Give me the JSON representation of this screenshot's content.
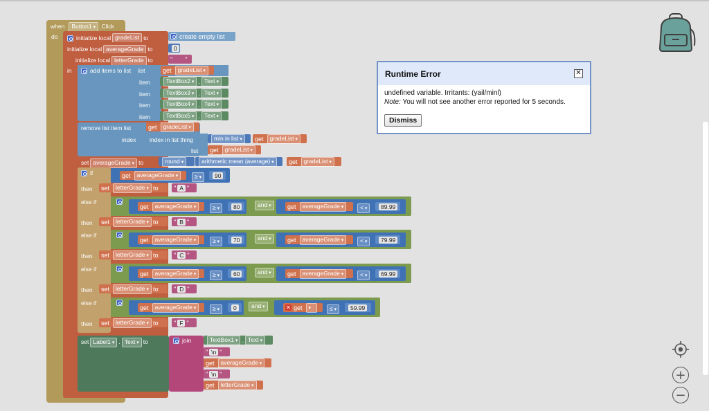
{
  "event": {
    "when": "when",
    "component": "Button1",
    "event": "Click",
    "do": "do"
  },
  "locals": {
    "init1": "initialize local",
    "var1": "gradeList",
    "to": "to",
    "create_empty": "create empty list",
    "init2": "initialize local",
    "var2": "averageGrade",
    "val2": "0",
    "init3": "initialize local",
    "var3": "letterGrade",
    "in": "in"
  },
  "add_items": {
    "label": "add items to list",
    "list": "list",
    "get": "get",
    "target": "gradeList",
    "item": "item",
    "items": [
      {
        "comp": "TextBox2",
        "prop": "Text"
      },
      {
        "comp": "TextBox3",
        "prop": "Text"
      },
      {
        "comp": "TextBox4",
        "prop": "Text"
      },
      {
        "comp": "TextBox5",
        "prop": "Text"
      }
    ]
  },
  "remove": {
    "label": "remove list item list",
    "get": "get",
    "target": "gradeList",
    "index": "index",
    "index_in": "index in list thing",
    "min": "min in list",
    "list": "list"
  },
  "set_avg": {
    "set": "set",
    "var": "averageGrade",
    "to": "to",
    "round": "round",
    "mean": "arithmetic mean (average)",
    "get": "get",
    "target": "gradeList"
  },
  "ifblock": {
    "if": "if",
    "then": "then",
    "else_if": "else if",
    "get": "get",
    "var": "averageGrade",
    "ge": "≥",
    "lt": "<",
    "le": "≤",
    "and": "and",
    "set": "set",
    "target": "letterGrade",
    "to": "to",
    "cond_first": "90",
    "branches": [
      {
        "letter": "A"
      },
      {
        "low": "80",
        "high": "89.99",
        "letter": "B"
      },
      {
        "low": "70",
        "high": "79.99",
        "letter": "C"
      },
      {
        "low": "60",
        "high": "69.99",
        "letter": "D"
      },
      {
        "low": "0",
        "high": "59.99",
        "letter": "F"
      }
    ]
  },
  "set_label": {
    "set": "set",
    "comp": "Label1",
    "prop": "Text",
    "to": "to",
    "join": "join",
    "tb": "TextBox1",
    "tbprop": "Text",
    "nl": "\\n",
    "get": "get",
    "avg": "averageGrade",
    "letter": "letterGrade"
  },
  "dialog": {
    "title": "Runtime Error",
    "message": "undefined variable. Irritants: (yail/minl)",
    "note_label": "Note:",
    "note": " You will not see another error reported for 5 seconds.",
    "dismiss": "Dismiss"
  }
}
